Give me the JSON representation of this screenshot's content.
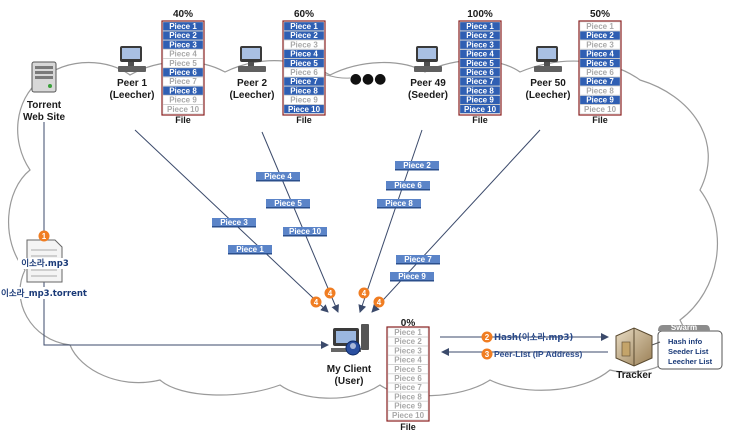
{
  "torrent_site": {
    "label_line1": "Torrent",
    "label_line2": "Web Site",
    "icon": "server-icon"
  },
  "peers": [
    {
      "name": "Peer 1",
      "role": "(Leecher)",
      "percent": "40%",
      "file_label": "File",
      "pieces": [
        1,
        1,
        1,
        0,
        0,
        1,
        0,
        1,
        0,
        0
      ]
    },
    {
      "name": "Peer 2",
      "role": "(Leecher)",
      "percent": "60%",
      "file_label": "File",
      "pieces": [
        1,
        1,
        0,
        1,
        1,
        0,
        1,
        1,
        0,
        1
      ]
    },
    {
      "name": "Peer 49",
      "role": "(Seeder)",
      "percent": "100%",
      "file_label": "File",
      "pieces": [
        1,
        1,
        1,
        1,
        1,
        1,
        1,
        1,
        1,
        1
      ]
    },
    {
      "name": "Peer 50",
      "role": "(Leecher)",
      "percent": "50%",
      "file_label": "File",
      "pieces": [
        0,
        1,
        0,
        1,
        1,
        0,
        1,
        0,
        1,
        0
      ]
    }
  ],
  "piece_labels": [
    "Piece 1",
    "Piece 2",
    "Piece 3",
    "Piece 4",
    "Piece 5",
    "Piece 6",
    "Piece 7",
    "Piece 8",
    "Piece 9",
    "Piece 10"
  ],
  "ellipsis": "●●●",
  "flows": {
    "peer1": [
      "Piece 3",
      "Piece 1"
    ],
    "peer2": [
      "Piece 4",
      "Piece 5",
      "Piece 10"
    ],
    "peer49": [
      "Piece 2",
      "Piece 6",
      "Piece 8"
    ],
    "peer50": [
      "Piece 7",
      "Piece 9"
    ]
  },
  "torrent_file": {
    "badge": "1",
    "name": "이소라.mp3",
    "filename": "이소라_mp3.torrent"
  },
  "client": {
    "name": "My Client",
    "role": "(User)",
    "percent": "0%",
    "file_label": "File",
    "pieces": [
      0,
      0,
      0,
      0,
      0,
      0,
      0,
      0,
      0,
      0
    ]
  },
  "badges": {
    "step1": "1",
    "step2": "2",
    "step3": "3",
    "step4": "4"
  },
  "tracker": {
    "label": "Tracker",
    "hash_msg": "Hash(이소라.mp3)",
    "peer_list_msg": "Peer-List (IP Address)",
    "swarm": {
      "title": "Swarm",
      "items": [
        "Hash info",
        "Seeder List",
        "Leecher List"
      ]
    }
  },
  "colors": {
    "piece_have": "#2f5fb3",
    "piece_missing": "#ffffff",
    "badge": "#f07d22",
    "cloud_stroke": "#9a9a9a"
  }
}
